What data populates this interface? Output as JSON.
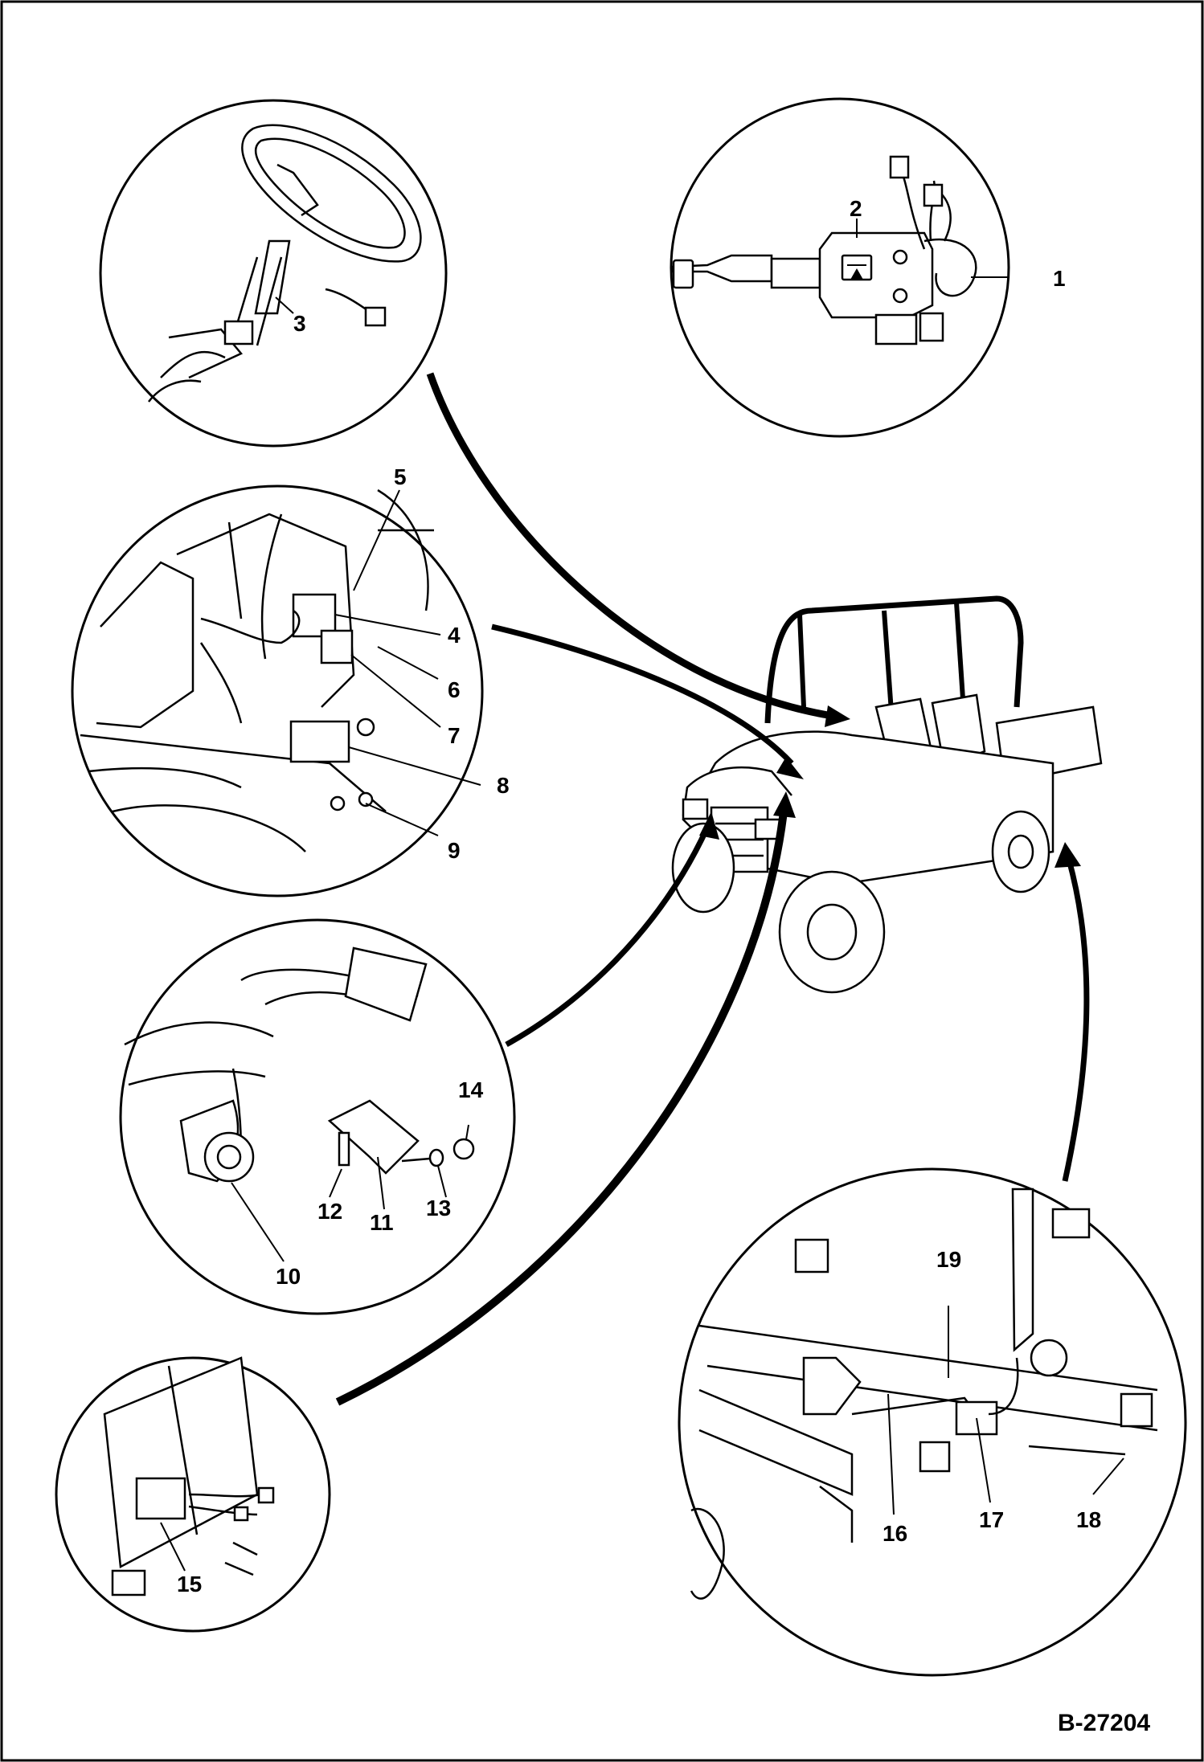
{
  "figure_id": "B-27204",
  "callouts": {
    "c1": "1",
    "c2": "2",
    "c3": "3",
    "c4": "4",
    "c5": "5",
    "c6": "6",
    "c7": "7",
    "c8": "8",
    "c9": "9",
    "c10": "10",
    "c11": "11",
    "c12": "12",
    "c13": "13",
    "c14": "14",
    "c15": "15",
    "c16": "16",
    "c17": "17",
    "c18": "18",
    "c19": "19"
  },
  "colors": {
    "ink": "#000000",
    "paper": "#ffffff",
    "frame": "#000000"
  }
}
